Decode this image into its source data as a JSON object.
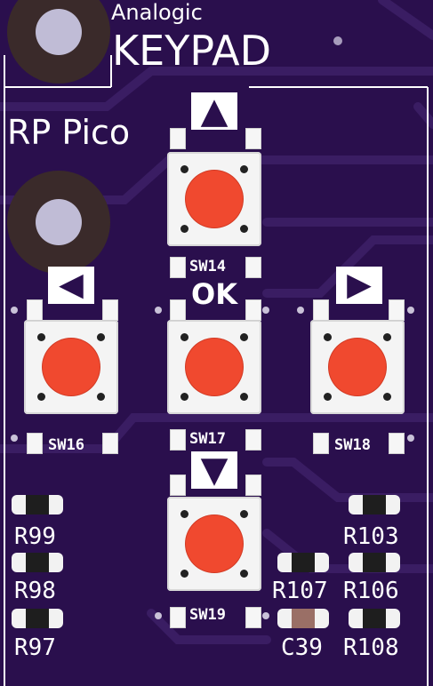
{
  "board": {
    "title_small": "Analogic",
    "title_big": "KEYPAD",
    "module_label": "RP Pico"
  },
  "arrows": {
    "up": "▲",
    "left": "◀",
    "right": "▶",
    "down": "▼",
    "ok": "OK"
  },
  "switches": {
    "up": "SW14",
    "left": "SW16",
    "center": "SW17",
    "right": "SW18",
    "down": "SW19"
  },
  "components": {
    "r99": "R99",
    "r98": "R98",
    "r97": "R97",
    "r103": "R103",
    "r106": "R106",
    "r107": "R107",
    "r108": "R108",
    "c39": "C39"
  },
  "colors": {
    "pcb": "#2a0f4d",
    "silkscreen": "#ffffff",
    "button_cap": "#f0492f"
  }
}
